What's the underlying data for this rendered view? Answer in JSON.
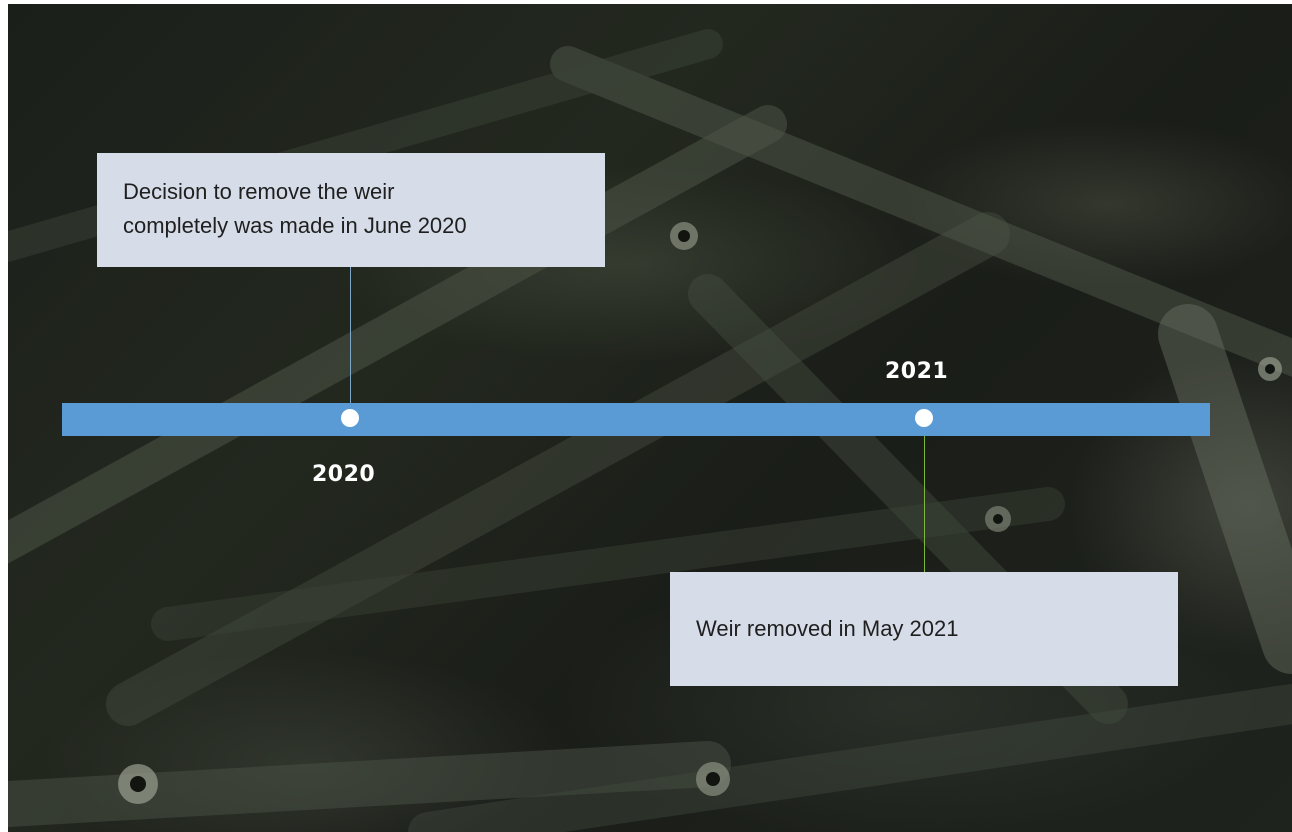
{
  "timeline": {
    "milestones": [
      {
        "year": "2020",
        "description_lines": [
          "Decision to remove the weir",
          "completely was made in June 2020"
        ]
      },
      {
        "year": "2021",
        "description_lines": [
          "Weir removed in May 2021"
        ]
      }
    ]
  },
  "colors": {
    "timeline_bar": "#5b9bd5",
    "milestone_dot": "#ffffff",
    "callout_background": "#d6dde9",
    "connector_2020": "#7ea6c9",
    "connector_2021": "#7db83a",
    "year_text": "#ffffff"
  }
}
